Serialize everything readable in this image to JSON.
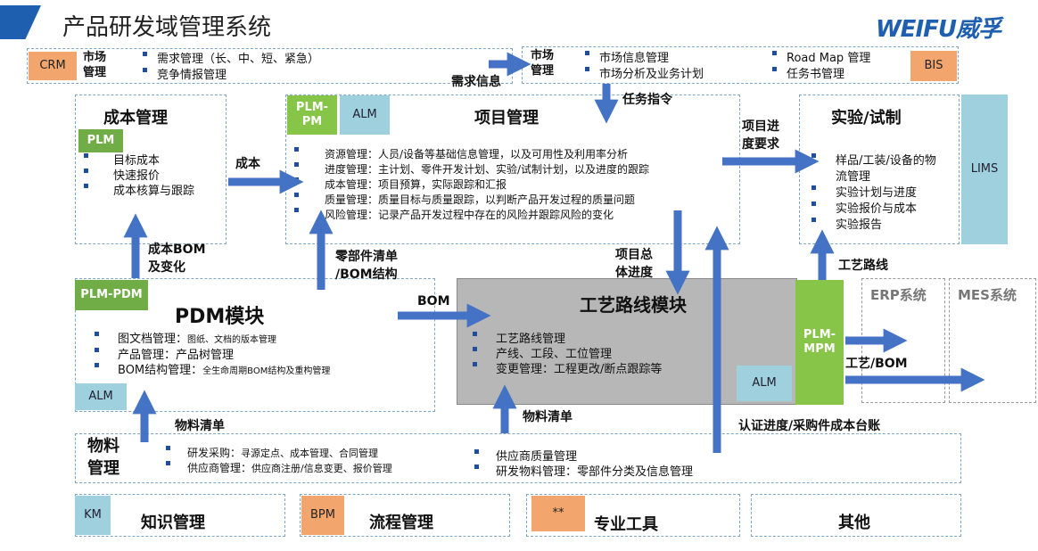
{
  "header": {
    "title": "产品研发域管理系统",
    "logo": "WEIFU威孚",
    "accent": "#1f5fb0"
  },
  "crm": {
    "tag": "CRM",
    "title": "市场\n管理",
    "items": [
      "需求管理（长、中、短、紧急）",
      "竞争情报管理"
    ]
  },
  "bis_box": {
    "title": "市场\n管理",
    "col1": [
      "市场信息管理",
      "市场分析及业务计划"
    ],
    "col2": [
      "Road Map 管理",
      "任务书管理"
    ],
    "tag": "BIS"
  },
  "cost": {
    "title": "成本管理",
    "tag": "PLM",
    "items": [
      "目标成本",
      "快速报价",
      "成本核算与跟踪"
    ]
  },
  "project": {
    "title": "项目管理",
    "tag_plm": "PLM-\nPM",
    "tag_alm": "ALM",
    "items": [
      "资源管理：人员/设备等基础信息管理，以及可用性及利用率分析",
      "进度管理：主计划、零件开发计划、实验/试制计划，以及进度的跟踪",
      "成本管理：项目预算，实际跟踪和汇报",
      "质量管理：质量目标与质量跟踪，以判断产品开发过程的质量问题",
      "风险管理：记录产品开发过程中存在的风险并跟踪风险的变化"
    ]
  },
  "test": {
    "title": "实验/试制",
    "tag": "LIMS",
    "items": [
      "样品/工装/设备的物\n流管理",
      "实验计划与进度",
      "实验报价与成本",
      "实验报告"
    ]
  },
  "pdm": {
    "title": "PDM模块",
    "tag_plm": "PLM-PDM",
    "tag_alm": "ALM",
    "items": [
      {
        "main": "图文档管理：",
        "sub": "图纸、文档的版本管理"
      },
      {
        "main": "产品管理：",
        "sub": "产品树管理"
      },
      {
        "main": "BOM结构管理：",
        "sub": "全生命周期BOM结构及重构管理"
      }
    ]
  },
  "process": {
    "title": "工艺路线模块",
    "tag_alm": "ALM",
    "tag_mpm": "PLM-\nMPM",
    "items": [
      "工艺路线管理",
      "产线、工段、工位管理",
      "变更管理：工程更改/断点跟踪等"
    ]
  },
  "erp": {
    "title": "ERP系统"
  },
  "mes": {
    "title": "MES系统"
  },
  "material": {
    "title": "物料\n管理",
    "col1": [
      {
        "main": "研发采购：",
        "sub": "寻源定点、成本管理、合同管理"
      },
      {
        "main": "供应商管理：",
        "sub": "供应商注册/信息变更、报价管理"
      }
    ],
    "col2": [
      "供应商质量管理",
      "研发物料管理：零部件分类及信息管理"
    ]
  },
  "bottom": [
    {
      "tag": "KM",
      "label": "知识管理"
    },
    {
      "tag": "BPM",
      "label": "流程管理"
    },
    {
      "tag": "**",
      "label": "专业工具"
    },
    {
      "tag": "",
      "label": "其他"
    }
  ],
  "labels": {
    "demand_info": "需求信息",
    "task_order": "任务指令",
    "cost": "成本",
    "project_req": "项目进\n度要求",
    "cost_bom": "成本BOM\n及变化",
    "parts_bom": "零部件清单\n/BOM结构",
    "project_progress": "项目总\n体进度",
    "bom": "BOM",
    "process_route": "工艺路线",
    "process_bom": "工艺/BOM",
    "material_list_left": "物料清单",
    "material_list_mid": "物料清单",
    "cert": "认证进度/采购件成本台账"
  }
}
